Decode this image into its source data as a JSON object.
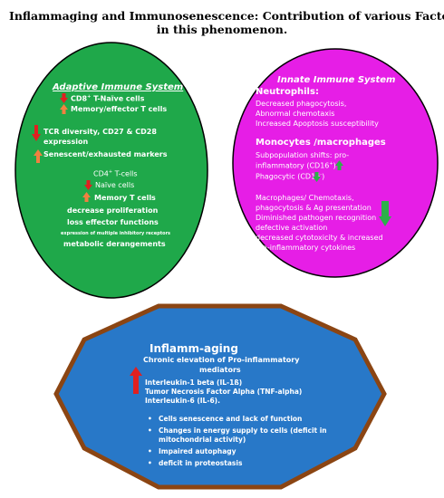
{
  "title": {
    "line1": "Inflammaging and Immunosenescence: Contribution of various Factors",
    "line2": "in this phenomenon."
  },
  "colors": {
    "adaptive_fill": "#1fa84a",
    "innate_fill": "#e61ee6",
    "inflamm_fill": "#2878c8",
    "inflamm_border": "#8b4513",
    "arrow_red": "#e02020",
    "arrow_orange": "#f08040",
    "arrow_green": "#2db04a"
  },
  "adaptive": {
    "header": "Adaptive Immune System",
    "cd8": "CD8",
    "cd8_sup": "+",
    "cd8_rest": " T-Naïve cells",
    "memory_effector": "Memory/effector T cells",
    "tcr_line1": "TCR diversity, CD27 & CD28",
    "tcr_line2": "expression",
    "senescent": "Senescent/exhausted markers",
    "cd4": "CD4",
    "cd4_sup": "+",
    "cd4_rest": " T-cells",
    "naive": "Naïve cells",
    "memory_t": "Memory T cells",
    "decrease_prolif": "decrease proliferation",
    "loss_effector": "loss effector functions",
    "inhibitory": "expression of multiple inhibitory receptors",
    "metabolic": "metabolic derangements"
  },
  "innate": {
    "header": "Innate Immune System",
    "neutrophils": "Neutrophils:",
    "n1": "Decreased phagocytosis,",
    "n2": "Abnormal chemotaxis",
    "n3": "Increased Apoptosis susceptibility",
    "monocytes": "Monocytes /macrophages",
    "m1": "Subpopulation shifts: pro-",
    "m2a": "inflammatory (CD16",
    "m2sup": "+",
    "m2b": ")",
    "m3a": "Phagocytic (CD16",
    "m3sup": "-",
    "m3b": ")",
    "g1": "Macrophages/ Chemotaxis,",
    "g2": "phagocytosis & Ag presentation",
    "g3": "Diminished pathogen recognition",
    "g4": "defective activation",
    "g5": "decreased cytotoxicity & increased",
    "g6": "Pro-inflammatory cytokines"
  },
  "inflamm": {
    "header": "Inflamm-aging",
    "chronic1": "Chronic elevation of Pro-inflammatory",
    "chronic2": "mediators",
    "il1": "Interleukin-1 beta (IL-1ß)",
    "tnf": "Tumor Necrosis Factor Alpha (TNF-alpha)",
    "il6": "Interleukin-6 (IL-6).",
    "bullets": [
      "Cells senescence and lack of function",
      "Changes in energy supply to cells (deficit in",
      "mitochondrial activity)",
      "Impaired autophagy",
      "deficit in proteostasis"
    ]
  }
}
